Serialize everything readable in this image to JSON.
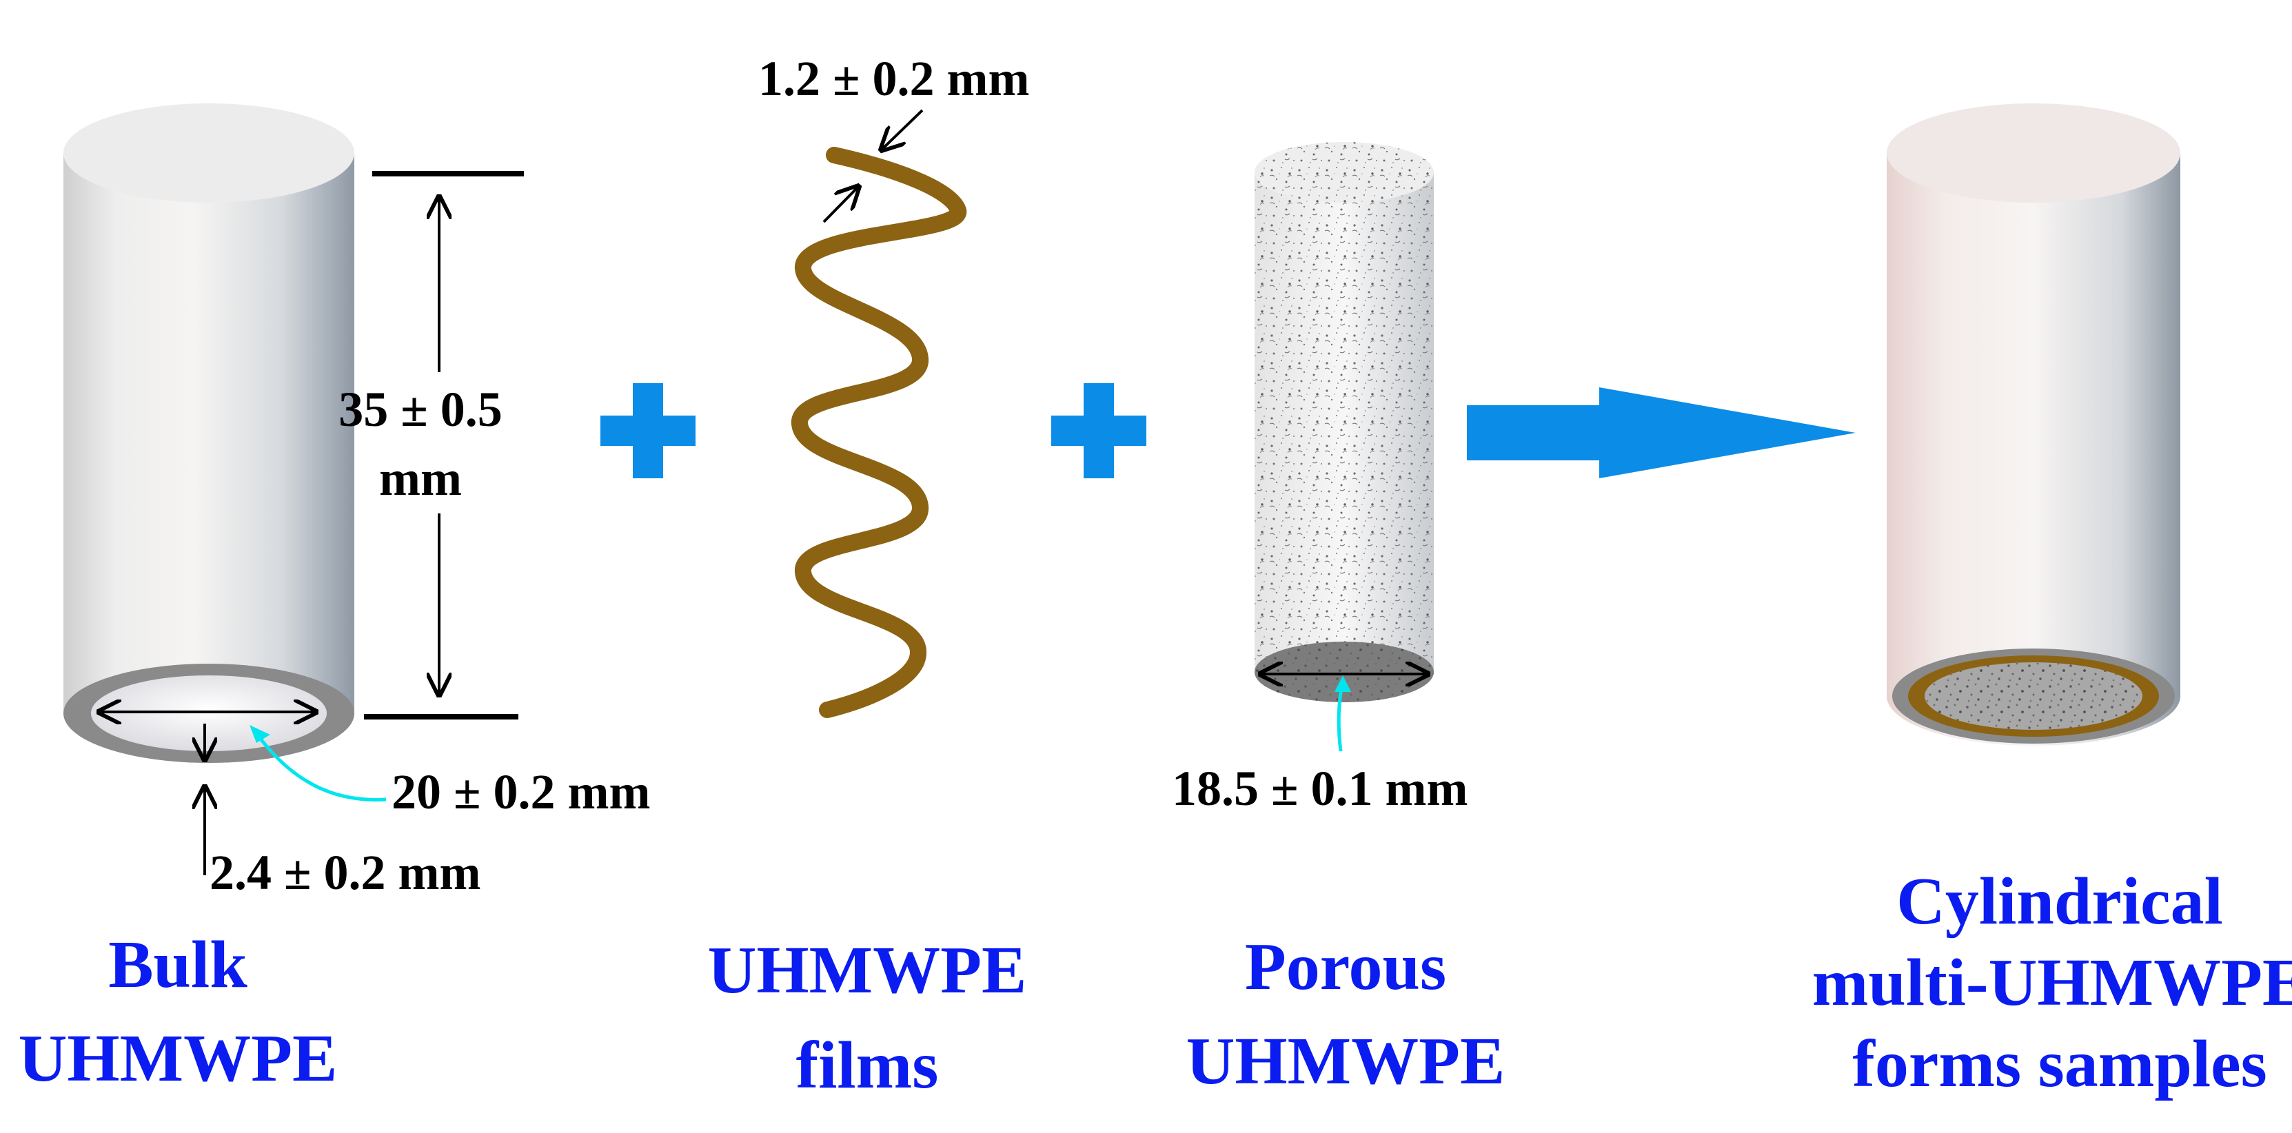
{
  "colors": {
    "caption_blue": "#0a1cf0",
    "symbol_cyan": "#0b8ce6",
    "film_brown": "#8b6312",
    "ring_gray": "#8a8a8a",
    "pointer_cyan": "#00e5ee",
    "dimension_black": "#000000"
  },
  "components": [
    {
      "caption_lines": [
        "Bulk",
        "UHMWPE"
      ],
      "dimensions": {
        "height": [
          "35 ± 0.5",
          "mm"
        ],
        "inner_diameter": "20 ± 0.2 mm",
        "wall_thickness": "2.4 ± 0.2 mm"
      }
    },
    {
      "caption_lines": [
        "UHMWPE",
        "films"
      ],
      "dimensions": {
        "film_thickness": "1.2 ± 0.2 mm"
      }
    },
    {
      "caption_lines": [
        "Porous",
        "UHMWPE"
      ],
      "dimensions": {
        "diameter": "18.5 ± 0.1 mm"
      }
    }
  ],
  "result": {
    "caption_lines": [
      "Cylindrical",
      "multi-UHMWPE",
      "forms samples"
    ]
  },
  "operators": [
    "plus-icon",
    "plus-icon",
    "arrow-right-icon"
  ]
}
